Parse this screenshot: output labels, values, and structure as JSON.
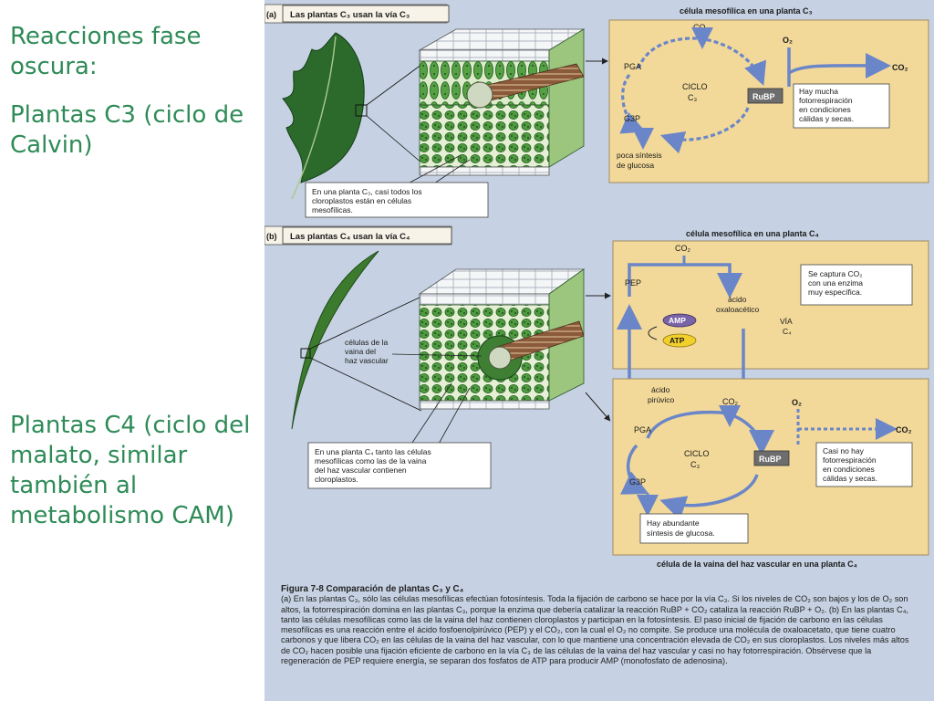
{
  "slide": {
    "bullets": [
      {
        "text": "Reacciones fase oscura:"
      },
      {
        "text": "Plantas C3 (ciclo de Calvin)"
      },
      {
        "text": "Plantas C4 (ciclo del malato, similar también al metabolismo CAM)"
      }
    ]
  },
  "figure": {
    "panel_a": {
      "tag": "(a)",
      "title": "Las plantas C₃ usan la vía C₃",
      "header": "célula mesofílica en una planta C₃",
      "co2_in": "CO₂",
      "o2": "O₂",
      "co2_out": "CO₂",
      "pga": "PGA",
      "cycle_line1": "CICLO",
      "cycle_line2": "C₃",
      "rubp": "RuBP",
      "g3p": "G3P",
      "glucose_line1": "poca síntesis",
      "glucose_line2": "de glucosa",
      "note_lines": [
        "Hay mucha",
        "fotorrespiración",
        "en condiciones",
        "cálidas y secas."
      ],
      "leaf_note_lines": [
        "En una planta C₃, casi todos los",
        "cloroplastos están en células",
        "mesofílicas."
      ]
    },
    "panel_b": {
      "tag": "(b)",
      "title": "Las plantas C₄ usan la vía C₄",
      "header": "célula mesofílica en una planta C₄",
      "co2_in": "CO₂",
      "pep": "PEP",
      "oxal_line1": "ácido",
      "oxal_line2": "oxaloacético",
      "amp": "AMP",
      "atp": "ATP",
      "via_line1": "VÍA",
      "via_line2": "C₄",
      "pyr_line1": "ácido",
      "pyr_line2": "pirúvico",
      "co2_mid": "CO₂",
      "capture_lines": [
        "Se captura CO₂",
        "con una enzima",
        "muy específica."
      ],
      "sheath_label_lines": [
        "células de la",
        "vaina del",
        "haz vascular"
      ],
      "o2": "O₂",
      "co2_out": "CO₂",
      "pga": "PGA",
      "cycle_line1": "CICLO",
      "cycle_line2": "C₃",
      "rubp": "RuBP",
      "g3p": "G3P",
      "note_lines": [
        "Casi no hay",
        "fotorrespiración",
        "en condiciones",
        "cálidas y secas."
      ],
      "glucose_lines": [
        "Hay abundante",
        "síntesis de glucosa."
      ],
      "leaf_note_lines": [
        "En una planta C₄ tanto las células",
        "mesofílicas como las de la vaina",
        "del haz vascular contienen",
        "cloroplastos."
      ],
      "footer": "célula de la vaina del haz vascular en una planta C₄"
    },
    "caption": {
      "title": "Figura 7-8  Comparación de plantas C₃ y C₄",
      "body": "(a) En las plantas C₃, sólo las células mesofílicas efectúan fotosíntesis. Toda la fijación de carbono se hace por la vía C₃. Si los niveles de CO₂ son bajos y los de O₂ son altos, la fotorrespiración domina en las plantas C₃, porque la enzima que debería catalizar la reacción RuBP + CO₂ cataliza la reacción RuBP + O₂. (b) En las plantas C₄, tanto las células mesofílicas como las de la vaina del haz contienen cloroplastos y participan en la fotosíntesis. El paso inicial de fijación de carbono en las células mesofílicas es una reacción entre el ácido fosfoenolpirúvico (PEP) y el CO₂, con la cual el O₂ no compite. Se produce una molécula de oxaloacetato, que tiene cuatro carbonos y que libera CO₂ en las células de la vaina del haz vascular, con lo que mantiene una concentración elevada de CO₂ en sus cloroplastos. Los niveles más altos de CO₂ hacen posible una fijación eficiente de carbono en la vía C₃ de las células de la vaina del haz vascular y casi no hay fotorrespiración. Obsérvese que la regeneración de PEP requiere energía, se separan dos fosfatos de ATP para producir AMP (monofosfato de adenosina)."
    },
    "colors": {
      "background": "#c6d2e3",
      "panel_fill": "#f2d99a",
      "arrow_blue": "#6b86c8",
      "leaf_green": "#2b6a2b",
      "slide_text": "#2e8b57"
    }
  }
}
